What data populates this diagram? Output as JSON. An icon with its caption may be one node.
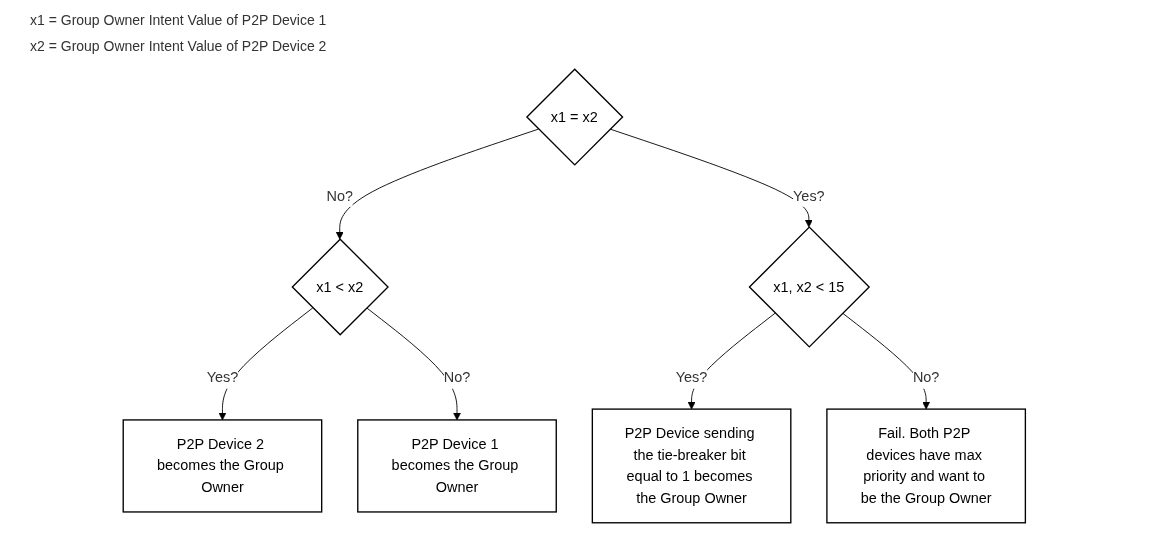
{
  "diagram": {
    "nodes": [
      {
        "text": [
          "x1 = x2"
        ]
      },
      {
        "text": [
          "x1 < x2"
        ]
      },
      {
        "text": [
          "x1, x2 < 15"
        ]
      },
      {
        "text": [
          "P2P Device 2 becomes the Group Owner"
        ]
      },
      {
        "text": [
          "P2P Device 1 becomes the Group Owner"
        ]
      },
      {
        "text": [
          "P2P Device sending the tie-breaker bit equal to 1 becomes the Group Owner"
        ]
      },
      {
        "text": [
          "Fail. Both P2P devices have max priority and want to be the Group Owner"
        ]
      }
    ],
    "edges": [
      {
        "from": 0,
        "to": 1,
        "arrow": "to",
        "label": "No?"
      },
      {
        "from": 0,
        "to": 2,
        "arrow": "to",
        "label": "Yes?"
      },
      {
        "from": 1,
        "to": 3,
        "arrow": "to",
        "label": "Yes?"
      },
      {
        "from": 1,
        "to": 4,
        "arrow": "to",
        "label": "No?"
      },
      {
        "from": 2,
        "to": 5,
        "arrow": "to",
        "label": "Yes?"
      },
      {
        "from": 2,
        "to": 6,
        "arrow": "to",
        "label": "No?"
      }
    ],
    "labels": [
      "x1 = Group Owner Intent Value of P2P Device 1",
      "x2 = Group Owner Intent Value of P2P Device 2"
    ]
  }
}
